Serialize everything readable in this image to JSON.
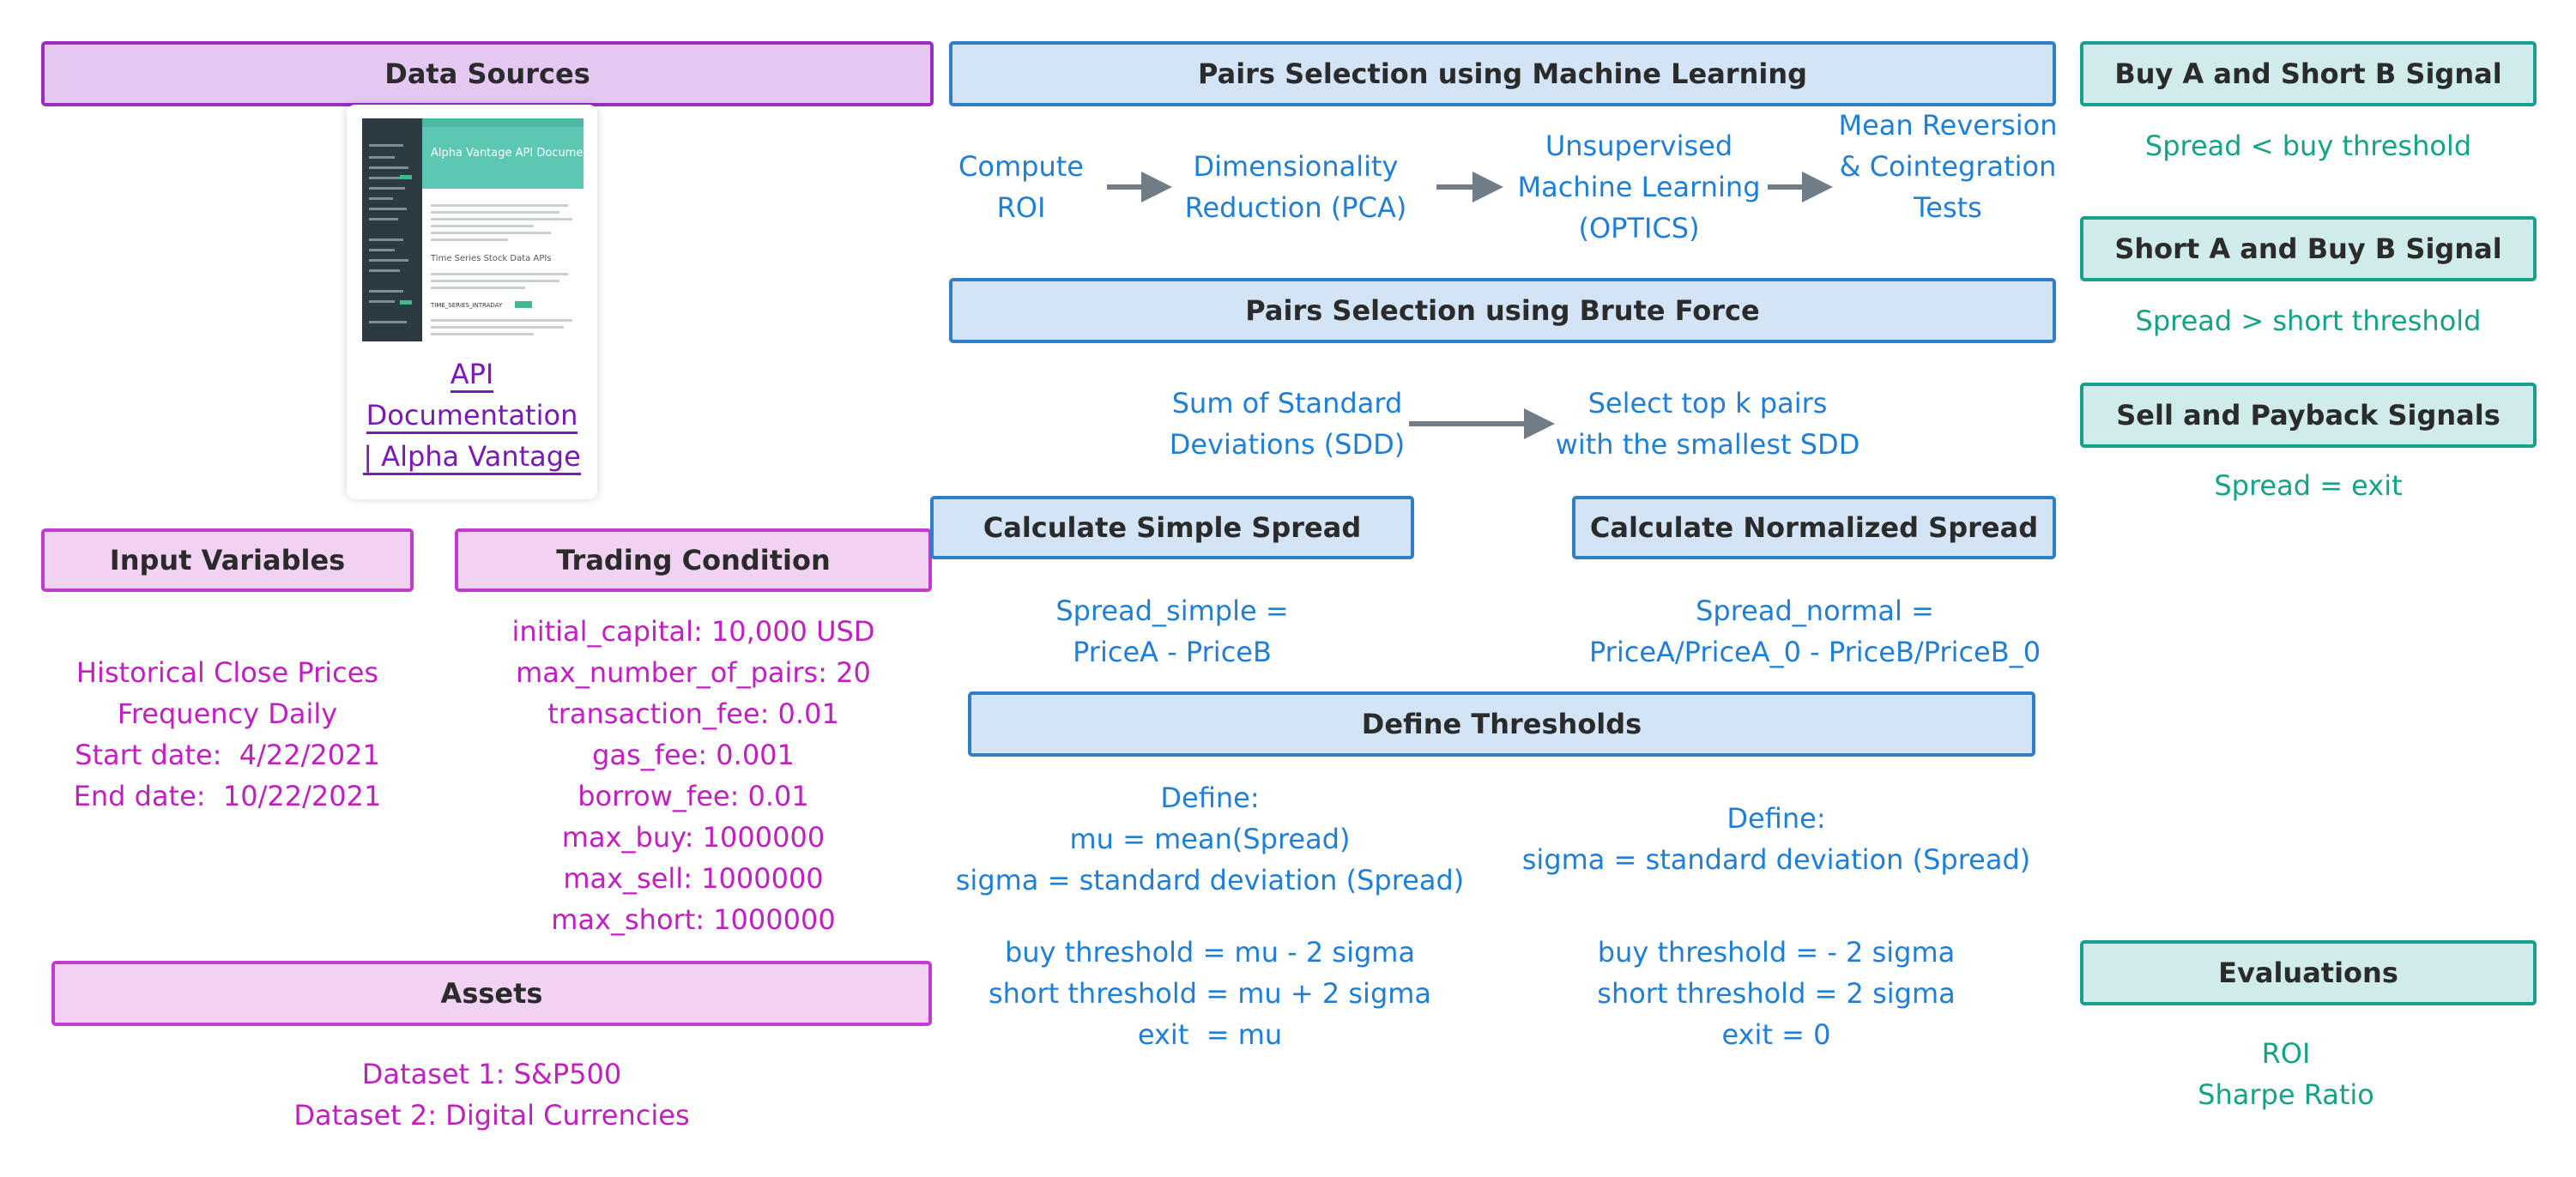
{
  "headers": {
    "data_sources": "Data Sources",
    "input_variables": "Input Variables",
    "trading_condition": "Trading Condition",
    "assets": "Assets",
    "pairs_ml": "Pairs Selection using Machine Learning",
    "pairs_bf": "Pairs Selection using Brute Force",
    "simple_spread": "Calculate Simple Spread",
    "normalized_spread": "Calculate Normalized Spread",
    "define_thresholds": "Define Thresholds",
    "buy_a_short_b": "Buy A and Short B Signal",
    "short_a_buy_b": "Short A and Buy B Signal",
    "sell_payback": "Sell and Payback Signals",
    "evaluations": "Evaluations"
  },
  "doc_card": {
    "link_text": "API\nDocumentation\n| Alpha Vantage",
    "thumb_title": "Alpha Vantage API Documentation",
    "thumb_section": "Time Series Stock Data APIs",
    "thumb_function": "TIME_SERIES_INTRADAY"
  },
  "input_variables_text": "Historical Close Prices\nFrequency Daily\nStart date:  4/22/2021\nEnd date:  10/22/2021",
  "trading_condition_text": "initial_capital: 10,000 USD\nmax_number_of_pairs: 20\ntransaction_fee: 0.01\ngas_fee: 0.001\nborrow_fee: 0.01\nmax_buy: 1000000\nmax_sell: 1000000\nmax_short: 1000000",
  "assets_text": "Dataset 1: S&P500\nDataset 2: Digital Currencies",
  "ml_steps": {
    "compute_roi": "Compute\nROI",
    "pca": "Dimensionality\nReduction (PCA)",
    "optics": "Unsupervised\nMachine Learning\n(OPTICS)",
    "tests": "Mean Reversion\n& Cointegration\nTests"
  },
  "bf_steps": {
    "sdd": "Sum of Standard\nDeviations (SDD)",
    "select": "Select top k pairs\nwith the smallest SDD"
  },
  "simple_formula": "Spread_simple =\nPriceA - PriceB",
  "normal_formula": "Spread_normal =\nPriceA/PriceA_0 - PriceB/PriceB_0",
  "thresholds_left_def": "Define:\nmu = mean(Spread)\nsigma = standard deviation (Spread)",
  "thresholds_left_vals": "buy threshold = mu - 2 sigma\nshort threshold = mu + 2 sigma\nexit  = mu",
  "thresholds_right_def": "Define:\nsigma = standard deviation (Spread)",
  "thresholds_right_vals": "buy threshold = - 2 sigma\nshort threshold = 2 sigma\nexit = 0",
  "signals": {
    "buy_cond": "Spread < buy threshold",
    "short_cond": "Spread > short threshold",
    "exit_cond": "Spread = exit"
  },
  "evaluations_text": "ROI\nSharpe Ratio",
  "colors": {
    "purple_fill": "#e4c8f2",
    "pink_fill": "#f2d2f2",
    "blue_fill": "#d3e4f6",
    "teal_fill": "#cfecea",
    "magenta_text": "#c21ec2",
    "blue_text": "#1e7fd8",
    "teal_text": "#13a386",
    "arrow": "#717d86"
  }
}
